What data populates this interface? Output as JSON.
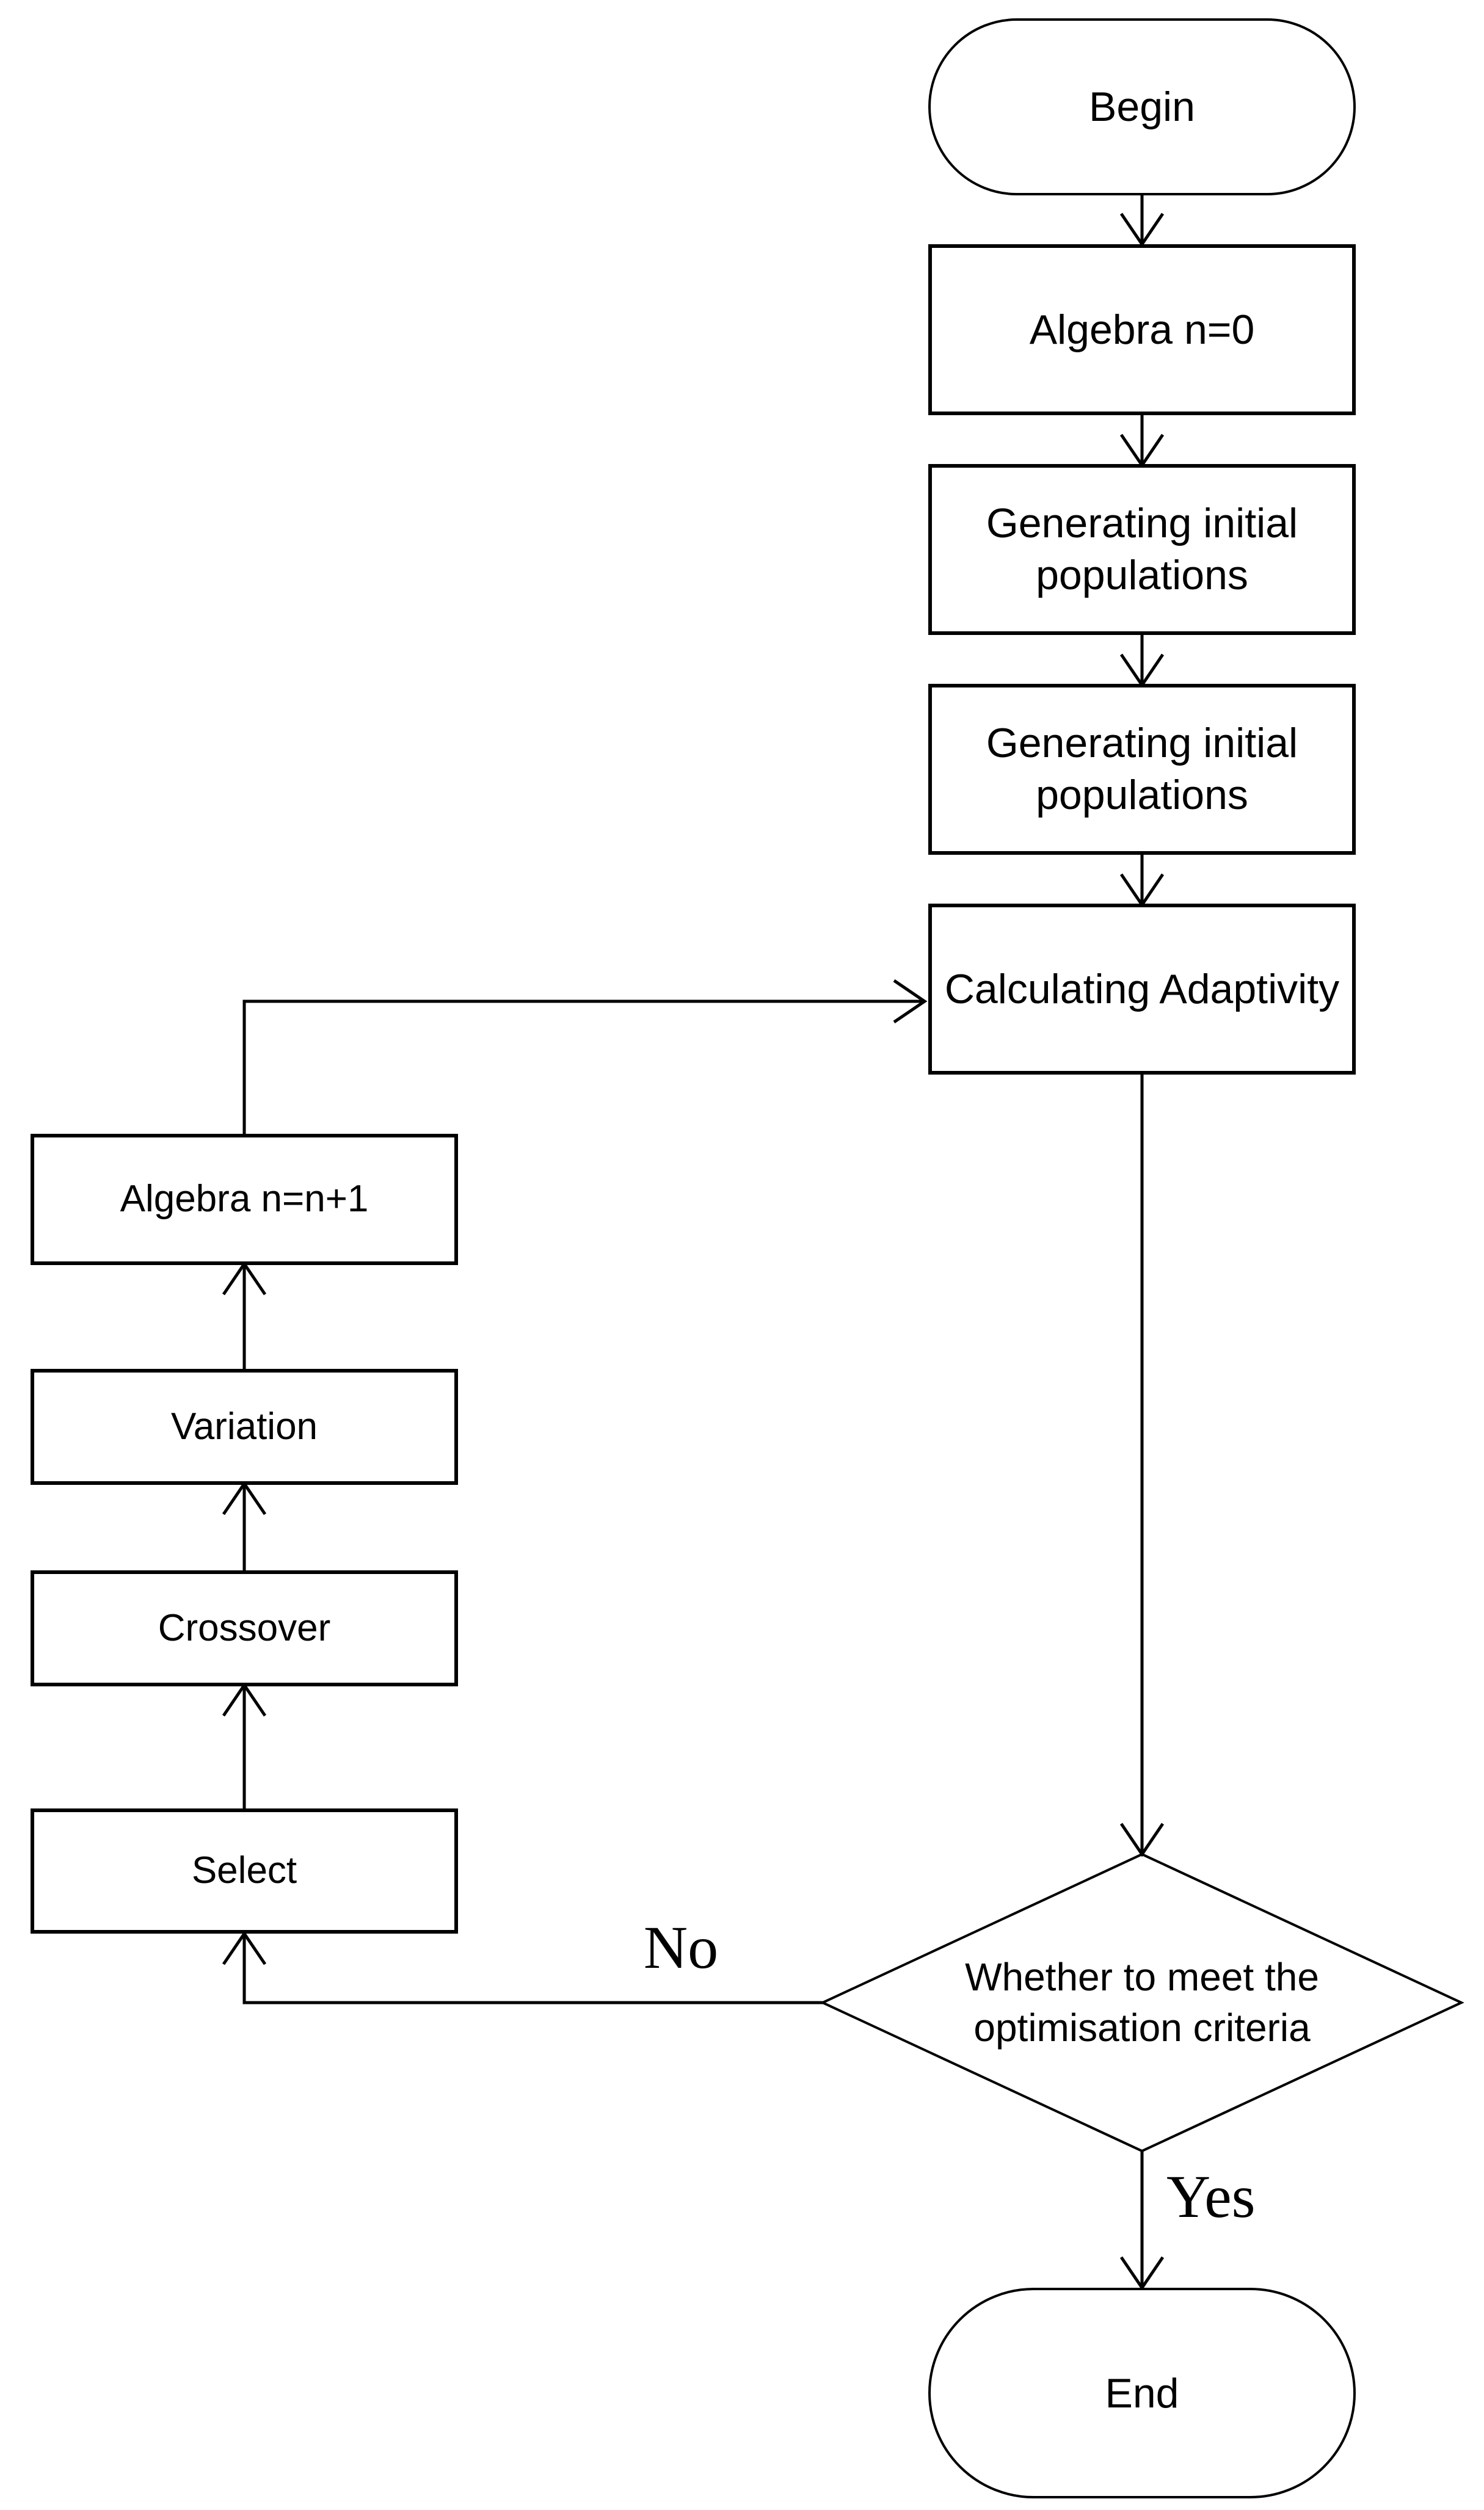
{
  "flowchart": {
    "background_color": "#ffffff",
    "line_color": "#000000",
    "text_color": "#000000",
    "nodes": {
      "begin": "Begin",
      "algebra_n0": "Algebra n=0",
      "generating_initial_populations_1": "Generating initial populations",
      "generating_initial_populations_2": "Generating initial populations",
      "calculating_adaptivity": "Calculating Adaptivity",
      "algebra_n_plus_1": "Algebra n=n+1",
      "variation": "Variation",
      "crossover": "Crossover",
      "select": "Select",
      "decision": "Whether to meet the optimisation criteria",
      "end": "End"
    },
    "branch_labels": {
      "no": "No",
      "yes": "Yes"
    }
  }
}
